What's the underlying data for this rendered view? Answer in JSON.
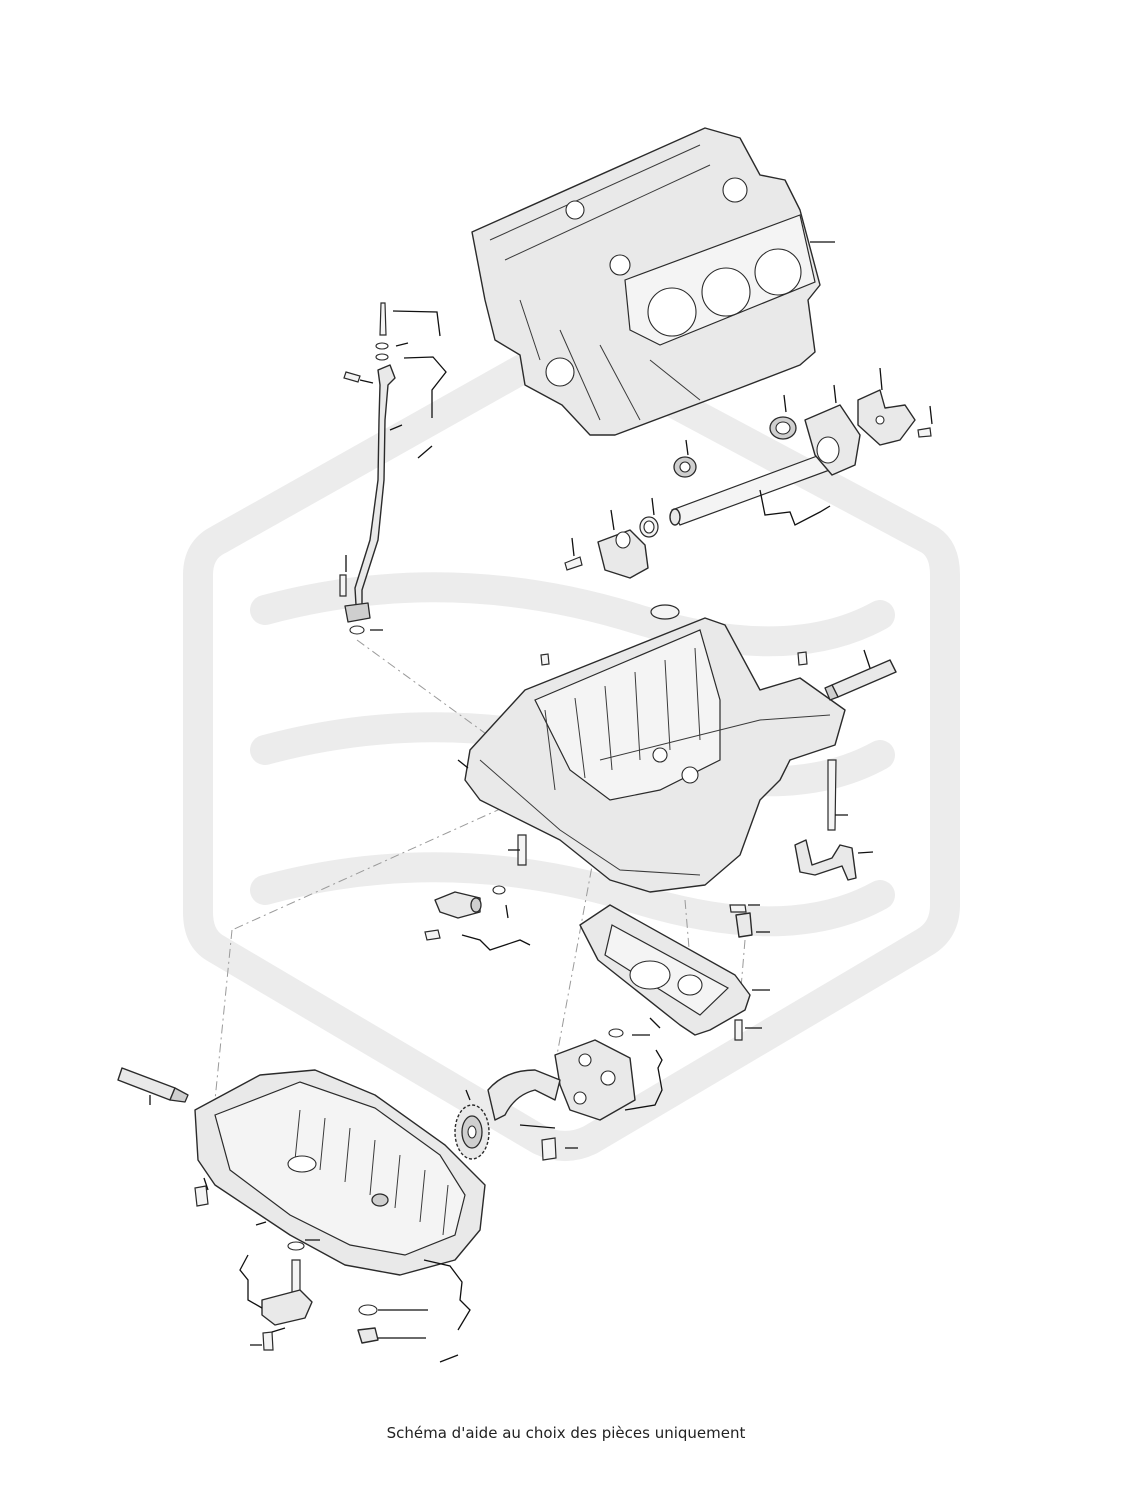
{
  "caption": "Schéma d'aide au choix des pièces uniquement",
  "watermark_icon": "hexagon-logo-watermark",
  "parts": [
    {
      "name": "engine-block-part"
    },
    {
      "name": "oil-dipstick-guide-tube-part"
    },
    {
      "name": "balance-shaft-part"
    },
    {
      "name": "balance-shaft-bearing-part"
    },
    {
      "name": "balance-shaft-cover-plate-part"
    },
    {
      "name": "balance-shaft-weight-part"
    },
    {
      "name": "upper-oil-pan-part"
    },
    {
      "name": "sealant-tube-part"
    },
    {
      "name": "oil-return-pipe-part"
    },
    {
      "name": "oil-pressure-switch-part"
    },
    {
      "name": "baffle-plate-part"
    },
    {
      "name": "oil-pump-part"
    },
    {
      "name": "oil-pump-sprocket-part"
    },
    {
      "name": "lower-oil-pan-part"
    },
    {
      "name": "oil-level-sensor-part"
    },
    {
      "name": "drain-plug-part"
    }
  ]
}
